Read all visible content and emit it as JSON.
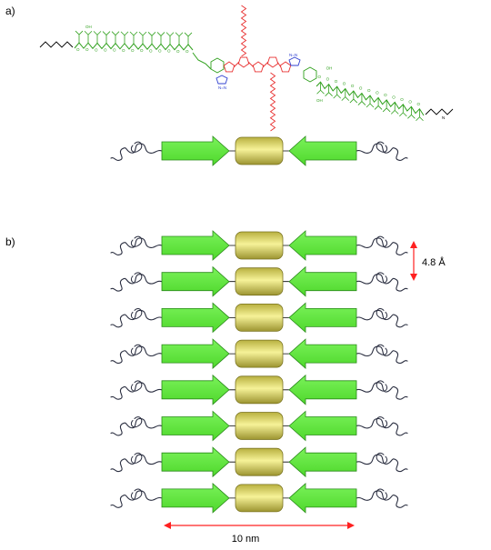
{
  "panels": {
    "a_label": "a)",
    "b_label": "b)"
  },
  "stack": {
    "strand_count": 8,
    "spacing_label": "4.8 Å",
    "width_label": "10 nm"
  },
  "colors": {
    "peptide": "#66ee44",
    "peptide_stroke": "#2a8a1a",
    "core": "#e6e070",
    "core_stroke": "#7a7420",
    "oligothiophene": "#e83030",
    "triazole": "#3040d0",
    "chain": "#2a2e40",
    "dimension_arrow": "#ff2020",
    "backbone": "#000000"
  },
  "molecule_atoms": {
    "triazole_n": "N",
    "triazole_n_run": "N=N",
    "hydroxyl": "OH",
    "amide_o": "O",
    "amide_nh": "N",
    "acid": "OH"
  }
}
